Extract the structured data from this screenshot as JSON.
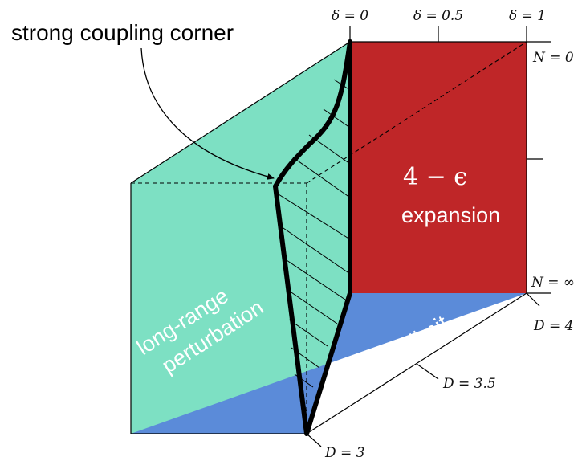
{
  "annotation": {
    "strong_coupling": "strong coupling corner"
  },
  "regions": {
    "epsilon_math": "4 − ϵ",
    "epsilon_word": "expansion",
    "large_n": "large N limit",
    "long_range_line1": "long-range",
    "long_range_line2": "perturbation"
  },
  "delta_ticks": [
    "δ = 0",
    "δ = 0.5",
    "δ = 1"
  ],
  "n_ticks": [
    "N = 0",
    "N = ∞"
  ],
  "d_ticks": [
    "D = 4",
    "D = 3.5",
    "D = 3"
  ],
  "colors": {
    "teal": "#7de0c3",
    "red": "#bf2628",
    "blue": "#5b8bd9",
    "outline": "#000000"
  }
}
